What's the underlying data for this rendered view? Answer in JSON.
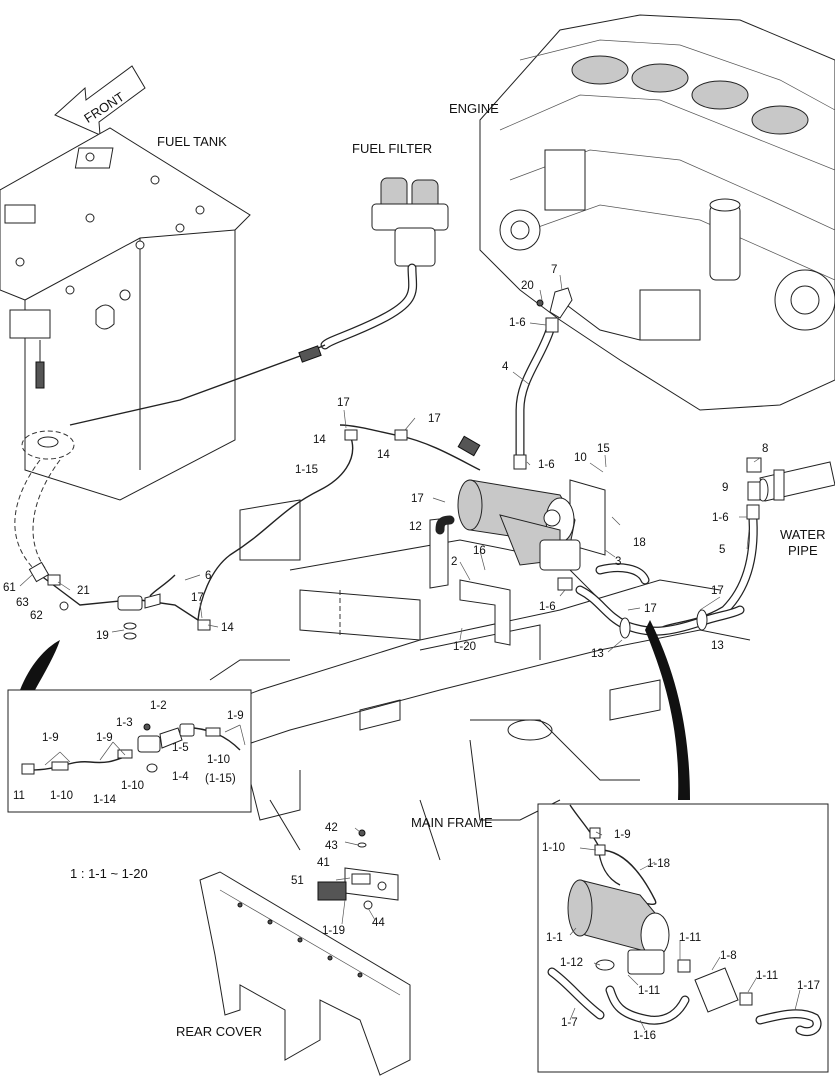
{
  "arrow_label": "FRONT",
  "captions": {
    "fuel_tank": "FUEL TANK",
    "fuel_filter": "FUEL FILTER",
    "engine": "ENGINE",
    "water_pipe_1": "WATER",
    "water_pipe_2": "PIPE",
    "main_frame": "MAIN FRAME",
    "rear_cover": "REAR COVER",
    "legend": "1 : 1-1 ~ 1-20"
  },
  "callouts": [
    {
      "id": "c-7",
      "text": "7"
    },
    {
      "id": "c-20",
      "text": "20"
    },
    {
      "id": "c-1-6a",
      "text": "1-6"
    },
    {
      "id": "c-4",
      "text": "4"
    },
    {
      "id": "c-17a",
      "text": "17"
    },
    {
      "id": "c-17b",
      "text": "17"
    },
    {
      "id": "c-14a",
      "text": "14"
    },
    {
      "id": "c-14b",
      "text": "14"
    },
    {
      "id": "c-1-15",
      "text": "1-15"
    },
    {
      "id": "c-1-6b",
      "text": "1-6"
    },
    {
      "id": "c-10",
      "text": "10"
    },
    {
      "id": "c-15",
      "text": "15"
    },
    {
      "id": "c-8",
      "text": "8"
    },
    {
      "id": "c-9",
      "text": "9"
    },
    {
      "id": "c-1-6c",
      "text": "1-6"
    },
    {
      "id": "c-5",
      "text": "5"
    },
    {
      "id": "c-17c",
      "text": "17"
    },
    {
      "id": "c-12",
      "text": "12"
    },
    {
      "id": "c-18",
      "text": "18"
    },
    {
      "id": "c-3",
      "text": "3"
    },
    {
      "id": "c-2",
      "text": "2"
    },
    {
      "id": "c-16",
      "text": "16"
    },
    {
      "id": "c-1-6d",
      "text": "1-6"
    },
    {
      "id": "c-17d",
      "text": "17"
    },
    {
      "id": "c-17e",
      "text": "17"
    },
    {
      "id": "c-13a",
      "text": "13"
    },
    {
      "id": "c-13b",
      "text": "13"
    },
    {
      "id": "c-1-20",
      "text": "1-20"
    },
    {
      "id": "c-6",
      "text": "6"
    },
    {
      "id": "c-61",
      "text": "61"
    },
    {
      "id": "c-21",
      "text": "21"
    },
    {
      "id": "c-63",
      "text": "63"
    },
    {
      "id": "c-62",
      "text": "62"
    },
    {
      "id": "c-17f",
      "text": "17"
    },
    {
      "id": "c-19",
      "text": "19"
    },
    {
      "id": "c-14c",
      "text": "14"
    },
    {
      "id": "d1-1-2",
      "text": "1-2"
    },
    {
      "id": "d1-1-3",
      "text": "1-3"
    },
    {
      "id": "d1-1-9a",
      "text": "1-9"
    },
    {
      "id": "d1-1-9b",
      "text": "1-9"
    },
    {
      "id": "d1-1-9c",
      "text": "1-9"
    },
    {
      "id": "d1-1-5",
      "text": "1-5"
    },
    {
      "id": "d1-1-10a",
      "text": "1-10"
    },
    {
      "id": "d1-1-4",
      "text": "1-4"
    },
    {
      "id": "d1-1-15",
      "text": "(1-15)"
    },
    {
      "id": "d1-11",
      "text": "11"
    },
    {
      "id": "d1-1-10b",
      "text": "1-10"
    },
    {
      "id": "d1-1-14",
      "text": "1-14"
    },
    {
      "id": "d1-1-10c",
      "text": "1-10"
    },
    {
      "id": "c-42",
      "text": "42"
    },
    {
      "id": "c-43",
      "text": "43"
    },
    {
      "id": "c-41",
      "text": "41"
    },
    {
      "id": "c-51",
      "text": "51"
    },
    {
      "id": "c-44",
      "text": "44"
    },
    {
      "id": "c-1-19",
      "text": "1-19"
    },
    {
      "id": "d2-1-9",
      "text": "1-9"
    },
    {
      "id": "d2-1-10",
      "text": "1-10"
    },
    {
      "id": "d2-1-18",
      "text": "1-18"
    },
    {
      "id": "d2-1-1",
      "text": "1-1"
    },
    {
      "id": "d2-1-11a",
      "text": "1-11"
    },
    {
      "id": "d2-1-8",
      "text": "1-8"
    },
    {
      "id": "d2-1-12",
      "text": "1-12"
    },
    {
      "id": "d2-1-11b",
      "text": "1-11"
    },
    {
      "id": "d2-1-11c",
      "text": "1-11"
    },
    {
      "id": "d2-1-17",
      "text": "1-17"
    },
    {
      "id": "d2-1-7",
      "text": "1-7"
    },
    {
      "id": "d2-1-16",
      "text": "1-16"
    }
  ]
}
